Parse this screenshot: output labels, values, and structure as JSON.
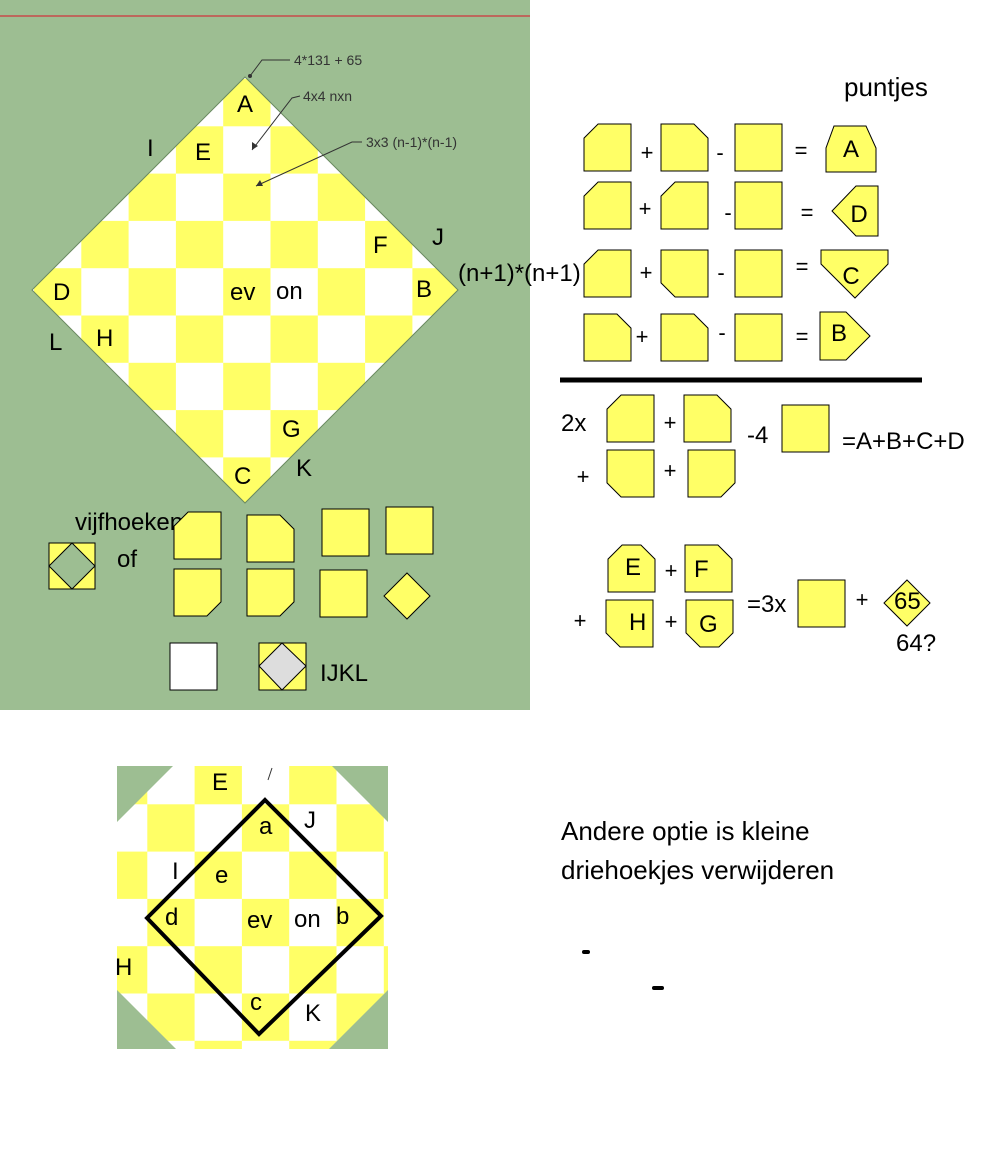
{
  "colors": {
    "panel_green": "#9dbe92",
    "tile_yellow": "#ffff66",
    "tile_white": "#ffffff",
    "outline": "#000000",
    "top_rule": "#c84b4b"
  },
  "board": {
    "annotations": {
      "total": "4*131 + 65",
      "grid_large": "4x4  nxn",
      "grid_small": "3x3 (n-1)*(n-1)",
      "grid_plus": "(n+1)*(n+1)"
    },
    "corner_labels": {
      "A": "A",
      "B": "B",
      "C": "C",
      "D": "D",
      "E": "E",
      "F": "F",
      "G": "G",
      "H": "H",
      "I": "I",
      "J": "J",
      "K": "K",
      "L": "L"
    },
    "center_labels": {
      "ev": "ev",
      "on": "on"
    }
  },
  "legend": {
    "vijfhoeken": "vijfhoeken",
    "of": "of",
    "ijkl": "IJKL"
  },
  "equations": {
    "title": "puntjes",
    "plus": "+",
    "minus": "-",
    "equals": "=",
    "results": {
      "A": "A",
      "D": "D",
      "C": "C",
      "B": "B"
    },
    "sum_prefix": "2x",
    "sum_minus": "-4",
    "sum_result": "=A+B+C+D",
    "efgh": {
      "E": "E",
      "F": "F",
      "H": "H",
      "G": "G"
    },
    "times3": "=3x",
    "diamond_value": "65",
    "question": "64?"
  },
  "lower": {
    "labels": {
      "E": "E",
      "a": "a",
      "J": "J",
      "I": "I",
      "e": "e",
      "d": "d",
      "ev": "ev",
      "on": "on",
      "b": "b",
      "H": "H",
      "c": "c",
      "K": "K"
    },
    "note_line1": "Andere optie is kleine",
    "note_line2": "driehoekjes verwijderen"
  }
}
